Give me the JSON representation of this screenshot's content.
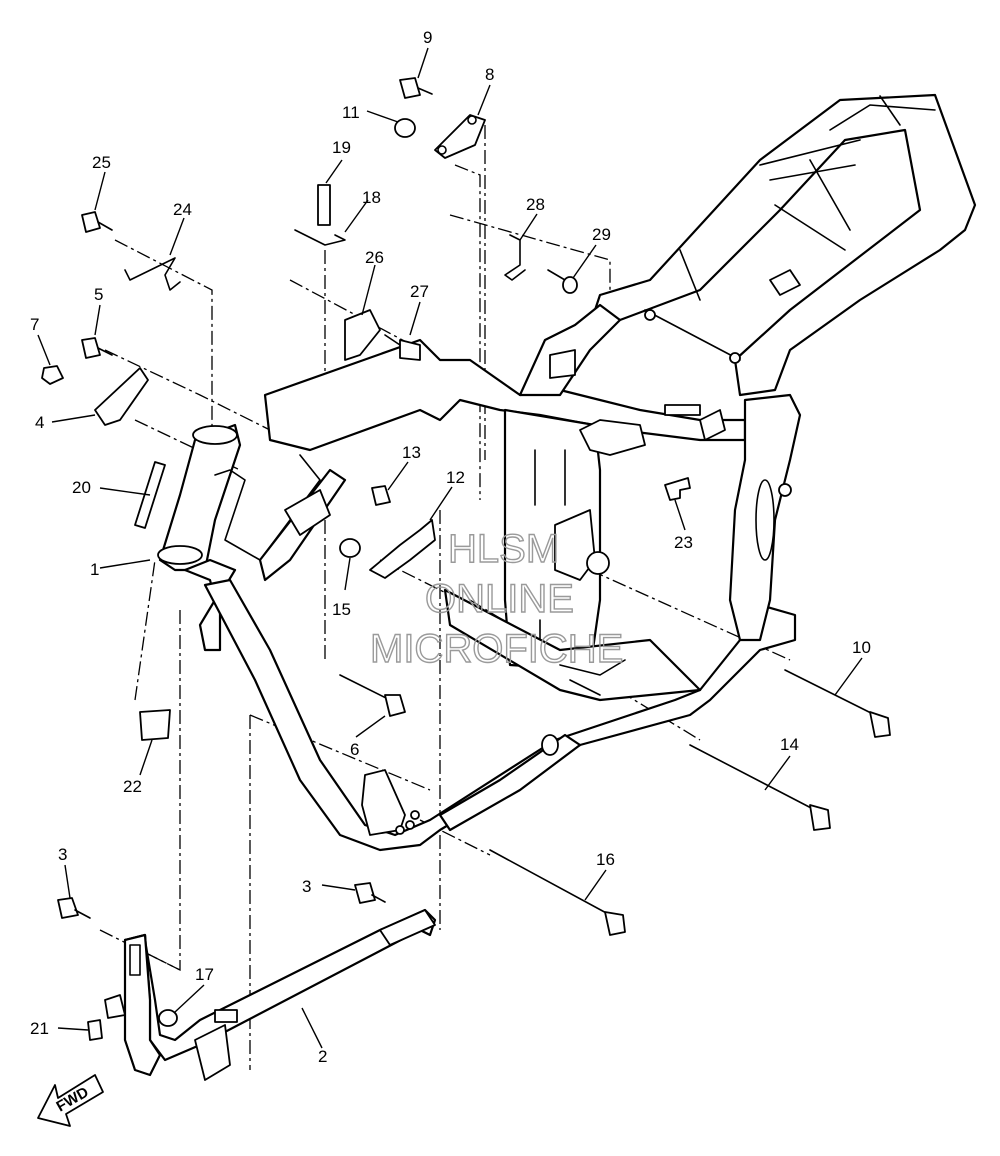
{
  "watermark": {
    "line1": "HLSM",
    "line2": "ONLINE",
    "line3": "MICROFICHE"
  },
  "direction_label": "FWD",
  "callouts": [
    "1",
    "2",
    "3",
    "3",
    "4",
    "5",
    "6",
    "7",
    "8",
    "9",
    "10",
    "11",
    "12",
    "13",
    "14",
    "15",
    "16",
    "17",
    "18",
    "19",
    "20",
    "21",
    "22",
    "23",
    "24",
    "25",
    "26",
    "27",
    "28",
    "29"
  ]
}
